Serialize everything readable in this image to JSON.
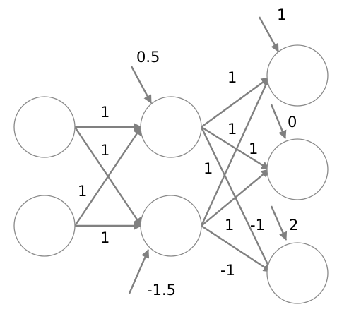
{
  "network": {
    "nodes": {
      "input_1": "",
      "input_2": "",
      "hidden_1": "",
      "hidden_2": "",
      "output_1": "",
      "output_2": "",
      "output_3": ""
    },
    "weights": {
      "in1_h1": "1",
      "in1_h2": "1",
      "in2_h1": "1",
      "in2_h2": "1",
      "h1_o1": "1",
      "h1_o2": "1",
      "h1_o3": "1",
      "h2_o1": "1",
      "h2_o2": "1",
      "h2_o3": "-1",
      "h2_o3_lower": "-1"
    },
    "biases": {
      "hidden_1": "0.5",
      "hidden_2": "-1.5",
      "output_1": "1",
      "output_2": "0",
      "output_3": "2"
    }
  },
  "colors": {
    "edge": "#808080",
    "node_stroke": "#8a8a8a",
    "text": "#000000"
  }
}
